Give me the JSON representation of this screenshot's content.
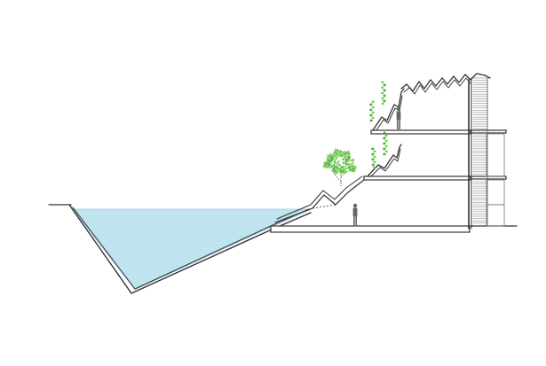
{
  "drawing": {
    "kind": "architectural-section",
    "colors": {
      "water": "#bfe4ef",
      "water_edge": "#9fd0e0",
      "line": "#333333",
      "vegetation": "#7bd05a",
      "vegetation_dark": "#4caa3a",
      "figure": "#666666",
      "louver": "#888888"
    },
    "floors": 3,
    "figures": 2,
    "elements": [
      "pool-basin",
      "ramp",
      "terraced-roof",
      "tree",
      "building-floors",
      "facade-louvers"
    ]
  }
}
